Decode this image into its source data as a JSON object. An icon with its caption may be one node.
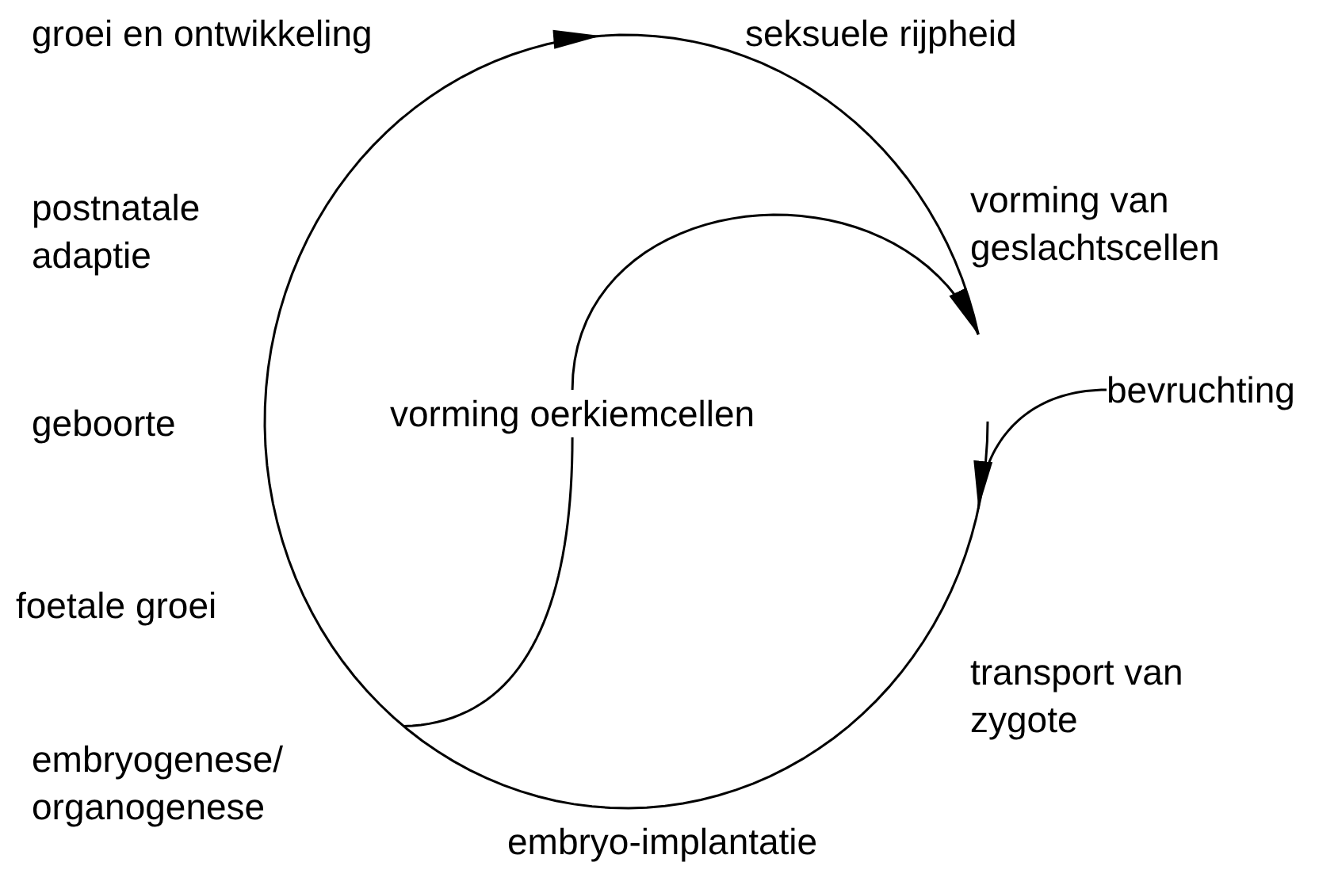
{
  "diagram": {
    "nodes": [
      {
        "text": [],
        "shape": "circle"
      },
      {
        "text": [
          "bevruchting"
        ]
      },
      {
        "text": [
          "vorming oerkiemcellen"
        ],
        "in": 0
      }
    ],
    "edges": [
      {
        "from": 1,
        "to": 0,
        "arrow": "to"
      },
      {
        "from": 2,
        "to": 0,
        "arrow": "to"
      },
      {
        "from": 0,
        "to": 2,
        "arrow": "none"
      }
    ],
    "labels": [
      "groei en ontwikkeling",
      "seksuele rijpheid",
      "vorming van geslachtscellen",
      "postnatale adaptie",
      "geboorte",
      "foetale groei",
      "transport van zygote",
      "embryogenese/ organogenese",
      "embryo-implantatie"
    ]
  }
}
